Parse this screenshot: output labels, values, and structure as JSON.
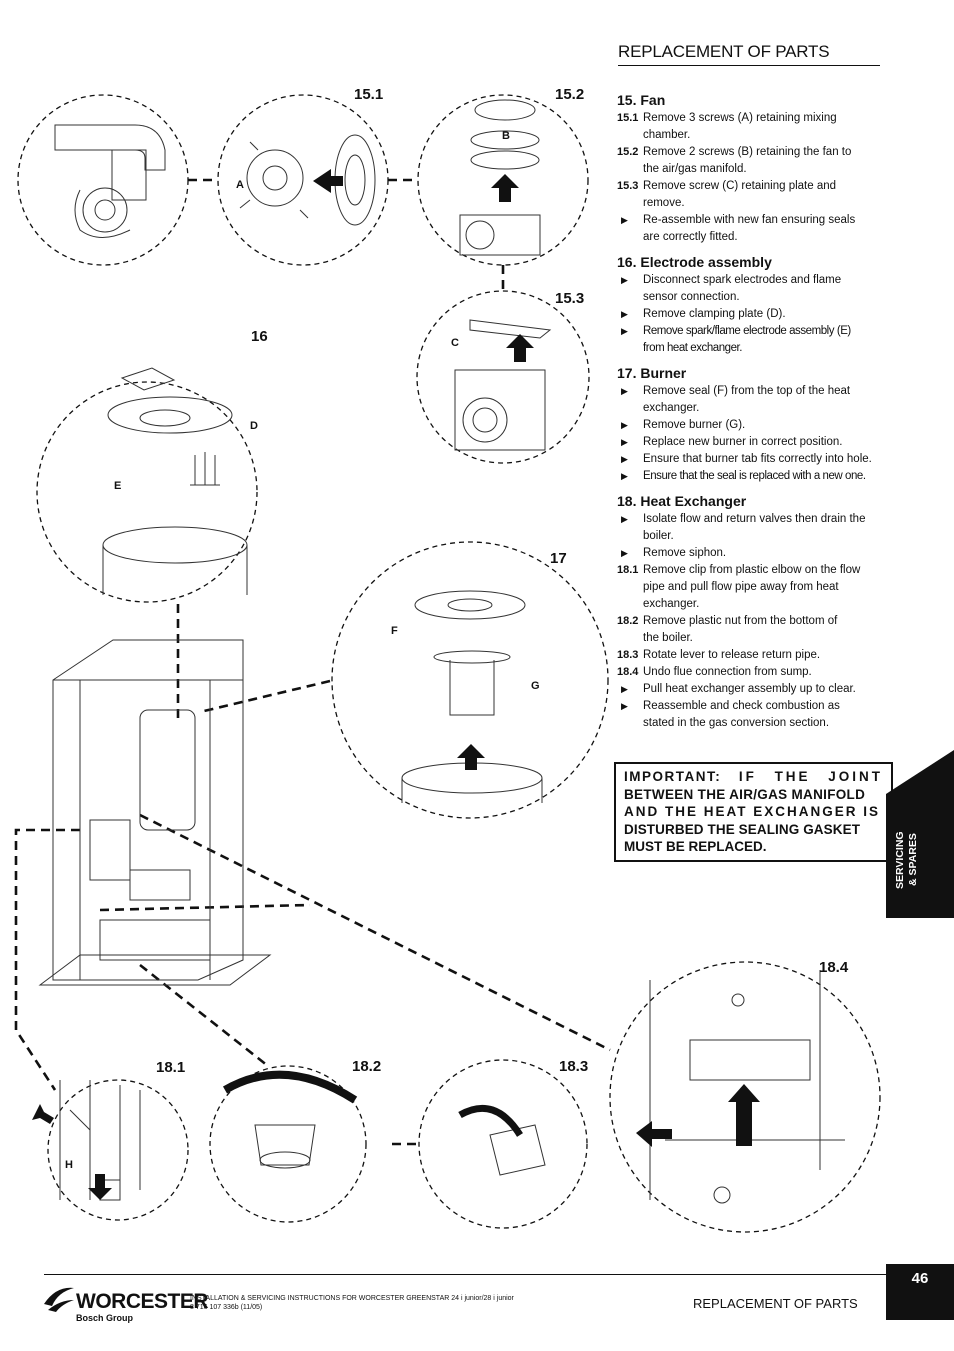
{
  "header": {
    "title": "REPLACEMENT OF PARTS"
  },
  "figures": {
    "labels": [
      "15.1",
      "15.2",
      "15.3",
      "16",
      "17",
      "18.1",
      "18.2",
      "18.3",
      "18.4"
    ],
    "callouts": [
      "A",
      "B",
      "C",
      "D",
      "E",
      "F",
      "G",
      "H"
    ]
  },
  "sections": [
    {
      "heading": "15. Fan",
      "items": [
        {
          "marker": "15.1",
          "type": "num",
          "lines": [
            "Remove 3 screws (A) retaining mixing",
            "chamber."
          ]
        },
        {
          "marker": "15.2",
          "type": "num",
          "lines": [
            "Remove 2 screws (B) retaining the fan to",
            "the air/gas manifold."
          ]
        },
        {
          "marker": "15.3",
          "type": "num",
          "lines": [
            "Remove screw (C) retaining plate and",
            "remove."
          ]
        },
        {
          "marker": "▶",
          "type": "bullet",
          "lines": [
            "Re-assemble with new fan ensuring seals",
            "are correctly fitted."
          ]
        }
      ]
    },
    {
      "heading": "16. Electrode assembly",
      "items": [
        {
          "marker": "▶",
          "type": "bullet",
          "lines": [
            "Disconnect spark electrodes and flame",
            "sensor connection."
          ]
        },
        {
          "marker": "▶",
          "type": "bullet",
          "lines": [
            "Remove clamping plate (D)."
          ]
        },
        {
          "marker": "▶",
          "type": "bullet",
          "tight": true,
          "lines": [
            "Remove spark/flame electrode assembly (E)",
            "from heat exchanger."
          ]
        }
      ]
    },
    {
      "heading": "17. Burner",
      "items": [
        {
          "marker": "▶",
          "type": "bullet",
          "lines": [
            "Remove seal (F) from the top of the heat",
            "exchanger."
          ]
        },
        {
          "marker": "▶",
          "type": "bullet",
          "lines": [
            "Remove burner (G)."
          ]
        },
        {
          "marker": "▶",
          "type": "bullet",
          "lines": [
            "Replace new burner in correct position."
          ]
        },
        {
          "marker": "▶",
          "type": "bullet",
          "lines": [
            "Ensure that burner tab fits correctly into hole."
          ]
        },
        {
          "marker": "▶",
          "type": "bullet",
          "tight": true,
          "lines": [
            "Ensure that the seal is replaced with a new one."
          ]
        }
      ]
    },
    {
      "heading": "18. Heat Exchanger",
      "items": [
        {
          "marker": "▶",
          "type": "bullet",
          "lines": [
            "Isolate flow and return valves then drain the",
            "boiler."
          ]
        },
        {
          "marker": "▶",
          "type": "bullet",
          "lines": [
            "Remove siphon."
          ]
        },
        {
          "marker": "18.1",
          "type": "num",
          "lines": [
            "Remove clip from plastic elbow on the flow",
            "pipe and pull flow pipe away from heat",
            "exchanger."
          ]
        },
        {
          "marker": "18.2",
          "type": "num",
          "lines": [
            "Remove plastic nut from the bottom of",
            "the boiler."
          ]
        },
        {
          "marker": "18.3",
          "type": "num",
          "lines": [
            "Rotate lever to release return pipe."
          ]
        },
        {
          "marker": "18.4",
          "type": "num",
          "lines": [
            "Undo flue connection from sump."
          ]
        },
        {
          "marker": "▶",
          "type": "bullet",
          "lines": [
            "Pull heat exchanger assembly up to clear."
          ]
        },
        {
          "marker": "▶",
          "type": "bullet",
          "lines": [
            "Reassemble and check combustion as",
            "stated in the gas conversion section."
          ]
        }
      ]
    }
  ],
  "important": {
    "keyword": "IMPORTANT:",
    "row1_rest": [
      "IF",
      "THE",
      "JOINT"
    ],
    "lines": [
      "BETWEEN THE AIR/GAS MANIFOLD",
      "AND THE HEAT EXCHANGER IS",
      "DISTURBED THE SEALING GASKET",
      "MUST BE REPLACED."
    ]
  },
  "side_tab": {
    "line1": "SERVICING",
    "line2": "& SPARES"
  },
  "footer": {
    "logo_word": "WORCESTER",
    "logo_sub": "Bosch Group",
    "doc_line1": "INSTALLATION & SERVICING INSTRUCTIONS FOR WORCESTER GREENSTAR 24 i junior/28 i junior",
    "doc_line2": "8 716 107 336b (11/05)",
    "section_title": "REPLACEMENT OF PARTS",
    "page_number": "46"
  }
}
